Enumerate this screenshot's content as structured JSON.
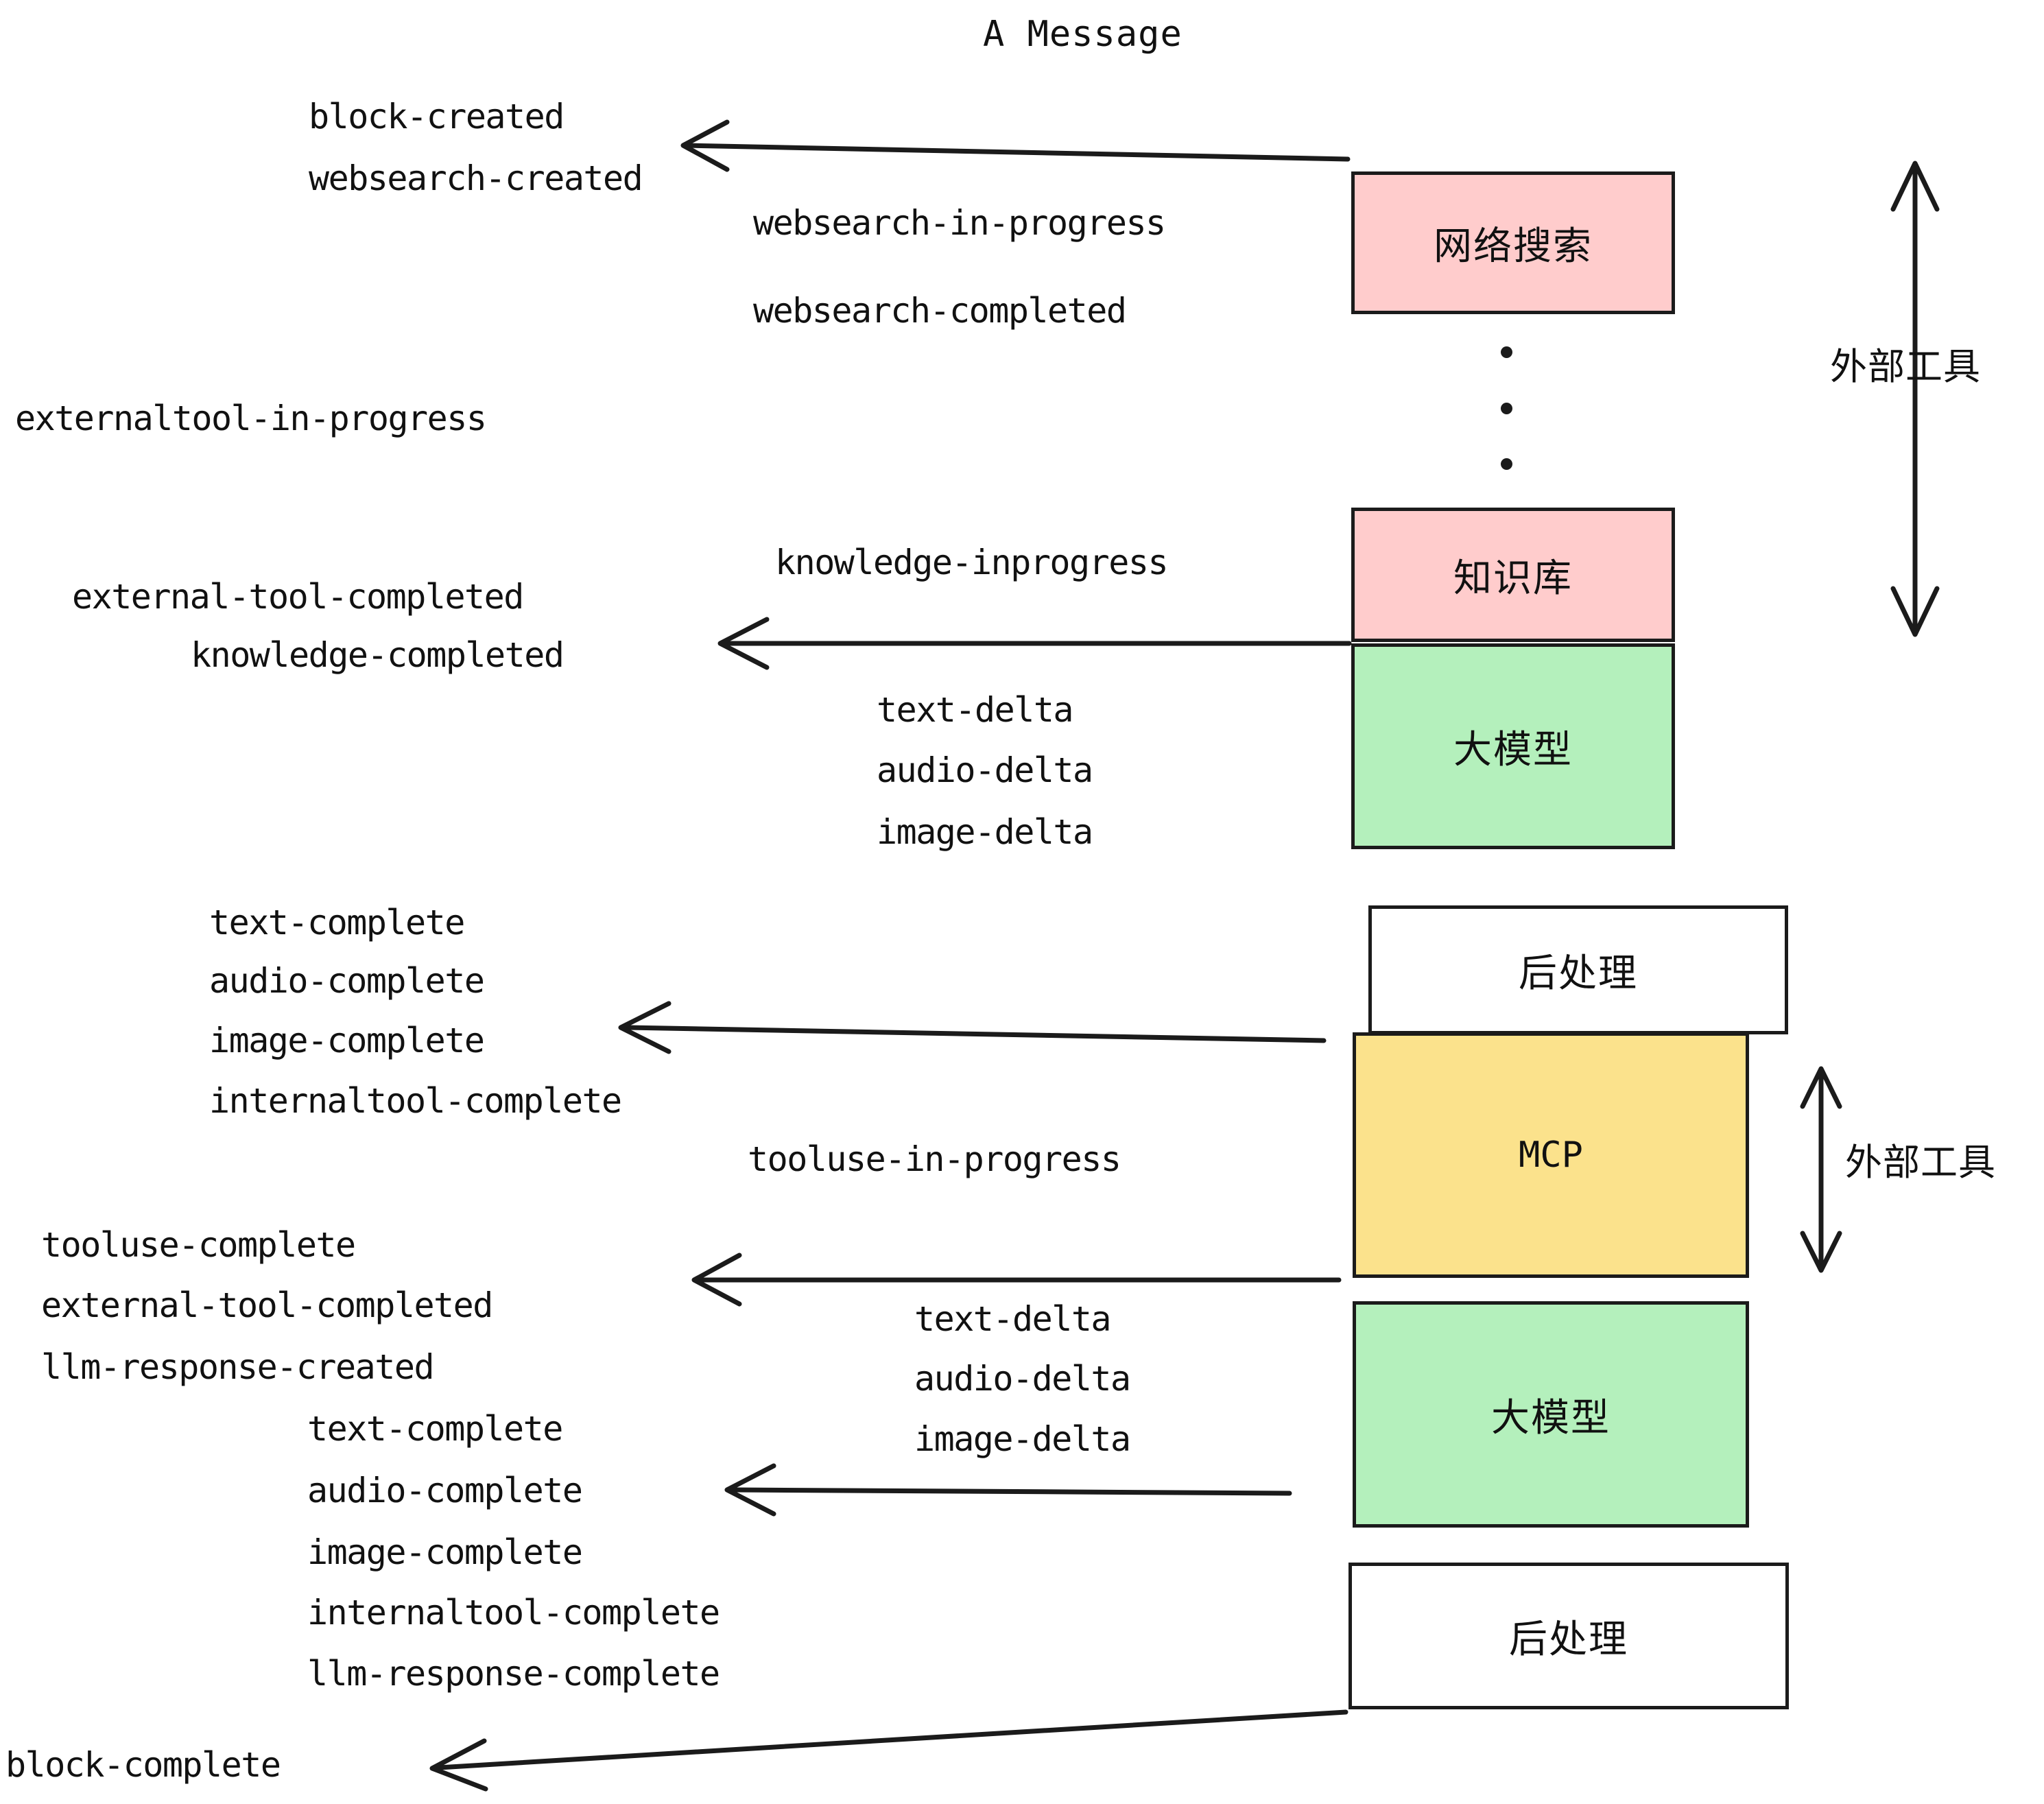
{
  "title": "A Message",
  "colors": {
    "external_tool_fill": "#FFCCCC",
    "llm_fill": "#B4F0BC",
    "mcp_fill": "#FBE28C",
    "postprocess_fill": "#FFFFFF",
    "stroke": "#1B1B1B",
    "text": "#111111",
    "background": "#FFFFFF"
  },
  "nodes": [
    {
      "id": "websearch",
      "label": "网络搜索",
      "kind": "external-tool"
    },
    {
      "id": "knowledge",
      "label": "知识库",
      "kind": "external-tool"
    },
    {
      "id": "llm-first",
      "label": "大模型",
      "kind": "llm"
    },
    {
      "id": "post-first",
      "label": "后处理",
      "kind": "postprocess"
    },
    {
      "id": "mcp",
      "label": "MCP",
      "kind": "mcp"
    },
    {
      "id": "llm-second",
      "label": "大模型",
      "kind": "llm"
    },
    {
      "id": "post-second",
      "label": "后处理",
      "kind": "postprocess"
    }
  ],
  "side_labels": [
    {
      "id": "external-tool-upper",
      "label": "外部工具"
    },
    {
      "id": "external-tool-lower",
      "label": "外部工具"
    }
  ],
  "events": {
    "block_created": "block-created",
    "websearch_created": "websearch-created",
    "websearch_in_progress": "websearch-in-progress",
    "websearch_completed": "websearch-completed",
    "externaltool_in_progress": "externaltool-in-progress",
    "knowledge_inprogress": "knowledge-inprogress",
    "external_tool_completed_1": "external-tool-completed",
    "knowledge_completed": "knowledge-completed",
    "text_delta_1": "text-delta",
    "audio_delta_1": "audio-delta",
    "image_delta_1": "image-delta",
    "text_complete_1": "text-complete",
    "audio_complete_1": "audio-complete",
    "image_complete_1": "image-complete",
    "internaltool_complete_1": "internaltool-complete",
    "tooluse_in_progress": "tooluse-in-progress",
    "tooluse_complete": "tooluse-complete",
    "external_tool_completed_2": "external-tool-completed",
    "llm_response_created": "llm-response-created",
    "text_delta_2": "text-delta",
    "audio_delta_2": "audio-delta",
    "image_delta_2": "image-delta",
    "text_complete_2": "text-complete",
    "audio_complete_2": "audio-complete",
    "image_complete_2": "image-complete",
    "internaltool_complete_2": "internaltool-complete",
    "llm_response_complete": "llm-response-complete",
    "block_complete": "block-complete"
  },
  "arrows": [
    {
      "id": "arrow-block-created",
      "from": "websearch",
      "to": "block-created-label"
    },
    {
      "id": "arrow-knowledge-completed",
      "from": "knowledge",
      "to": "knowledge-completed-label"
    },
    {
      "id": "arrow-image-complete",
      "from": "post-first",
      "to": "image-complete-label"
    },
    {
      "id": "arrow-tooluse-complete",
      "from": "mcp",
      "to": "tooluse-complete-label"
    },
    {
      "id": "arrow-audio-complete",
      "from": "llm-second",
      "to": "audio-complete-label"
    },
    {
      "id": "arrow-block-complete",
      "from": "post-second",
      "to": "block-complete-label"
    }
  ]
}
